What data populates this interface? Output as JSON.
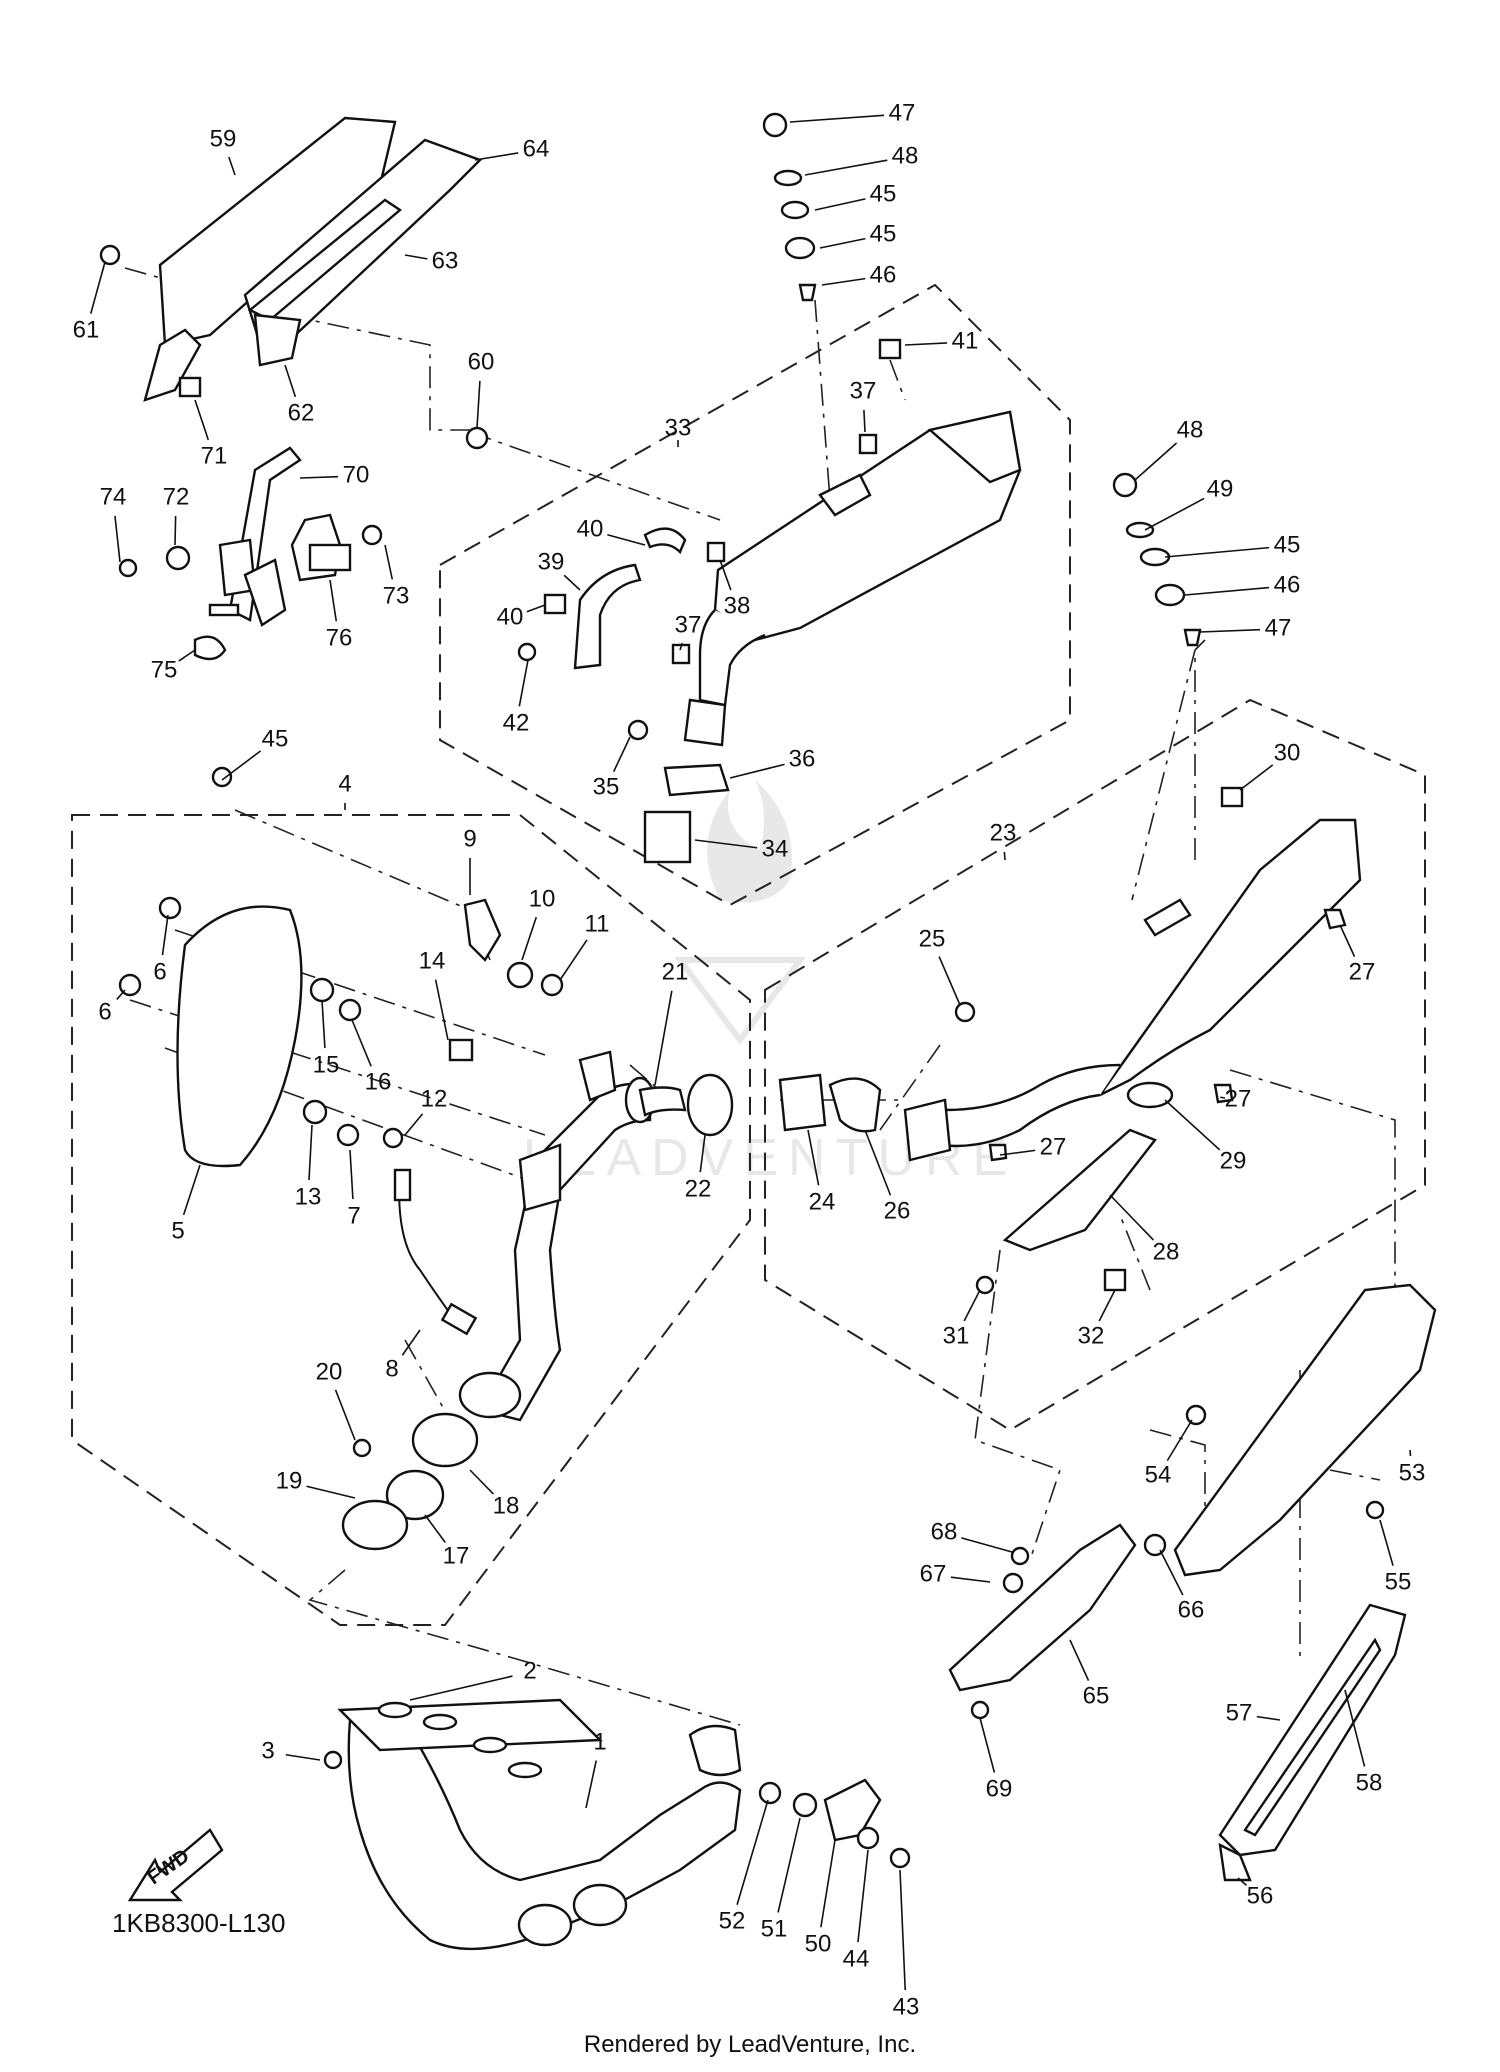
{
  "diagram": {
    "part_numbers": [
      "1",
      "2",
      "3",
      "4",
      "5",
      "6",
      "6",
      "7",
      "8",
      "9",
      "10",
      "11",
      "12",
      "13",
      "14",
      "15",
      "16",
      "17",
      "18",
      "19",
      "20",
      "21",
      "22",
      "23",
      "24",
      "25",
      "26",
      "27",
      "27",
      "27",
      "28",
      "29",
      "30",
      "31",
      "32",
      "33",
      "34",
      "35",
      "36",
      "37",
      "37",
      "38",
      "39",
      "40",
      "40",
      "41",
      "42",
      "43",
      "44",
      "45",
      "45",
      "45",
      "45",
      "46",
      "46",
      "47",
      "47",
      "48",
      "48",
      "49",
      "50",
      "51",
      "52",
      "53",
      "54",
      "55",
      "56",
      "57",
      "58",
      "59",
      "60",
      "61",
      "62",
      "63",
      "64",
      "65",
      "66",
      "67",
      "68",
      "69",
      "70",
      "71",
      "72",
      "73",
      "74",
      "75",
      "76"
    ],
    "fwd_label": "FWD",
    "diagram_code": "1KB8300-L130",
    "watermark": "LEADVENTURE",
    "render_credit": "Rendered by LeadVenture, Inc."
  }
}
